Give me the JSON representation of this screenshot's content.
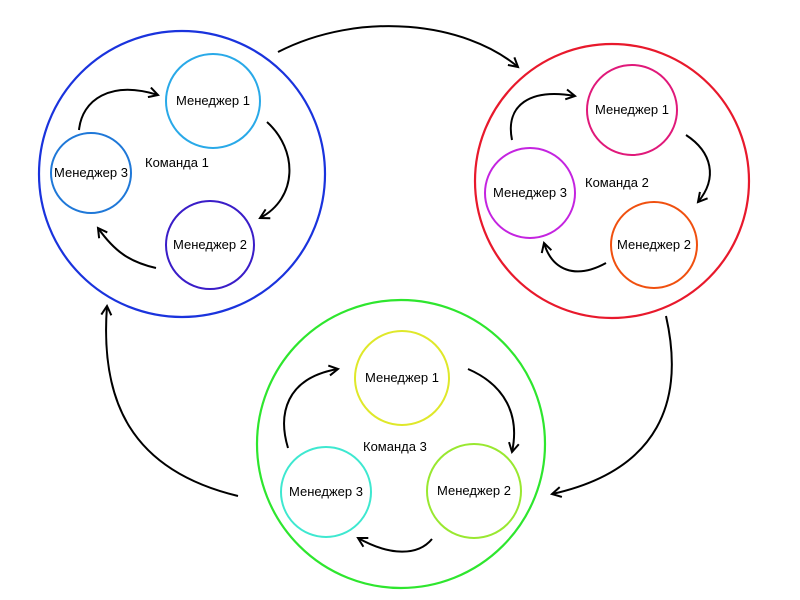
{
  "teams": [
    {
      "label": "Команда 1",
      "color": "#1a33dd",
      "managers": [
        {
          "label": "Менеджер 1",
          "color": "#29a9e8"
        },
        {
          "label": "Менеджер 2",
          "color": "#3a1dc8"
        },
        {
          "label": "Менеджер 3",
          "color": "#1f78d8"
        }
      ]
    },
    {
      "label": "Команда 2",
      "color": "#e8192c",
      "managers": [
        {
          "label": "Менеджер 1",
          "color": "#e0197a"
        },
        {
          "label": "Менеджер 2",
          "color": "#f0500f"
        },
        {
          "label": "Менеджер 3",
          "color": "#c424e0"
        }
      ]
    },
    {
      "label": "Команда 3",
      "color": "#2ee62e",
      "managers": [
        {
          "label": "Менеджер 1",
          "color": "#dfe82a"
        },
        {
          "label": "Менеджер 2",
          "color": "#99e830"
        },
        {
          "label": "Менеджер 3",
          "color": "#3ee8d0"
        }
      ]
    }
  ]
}
